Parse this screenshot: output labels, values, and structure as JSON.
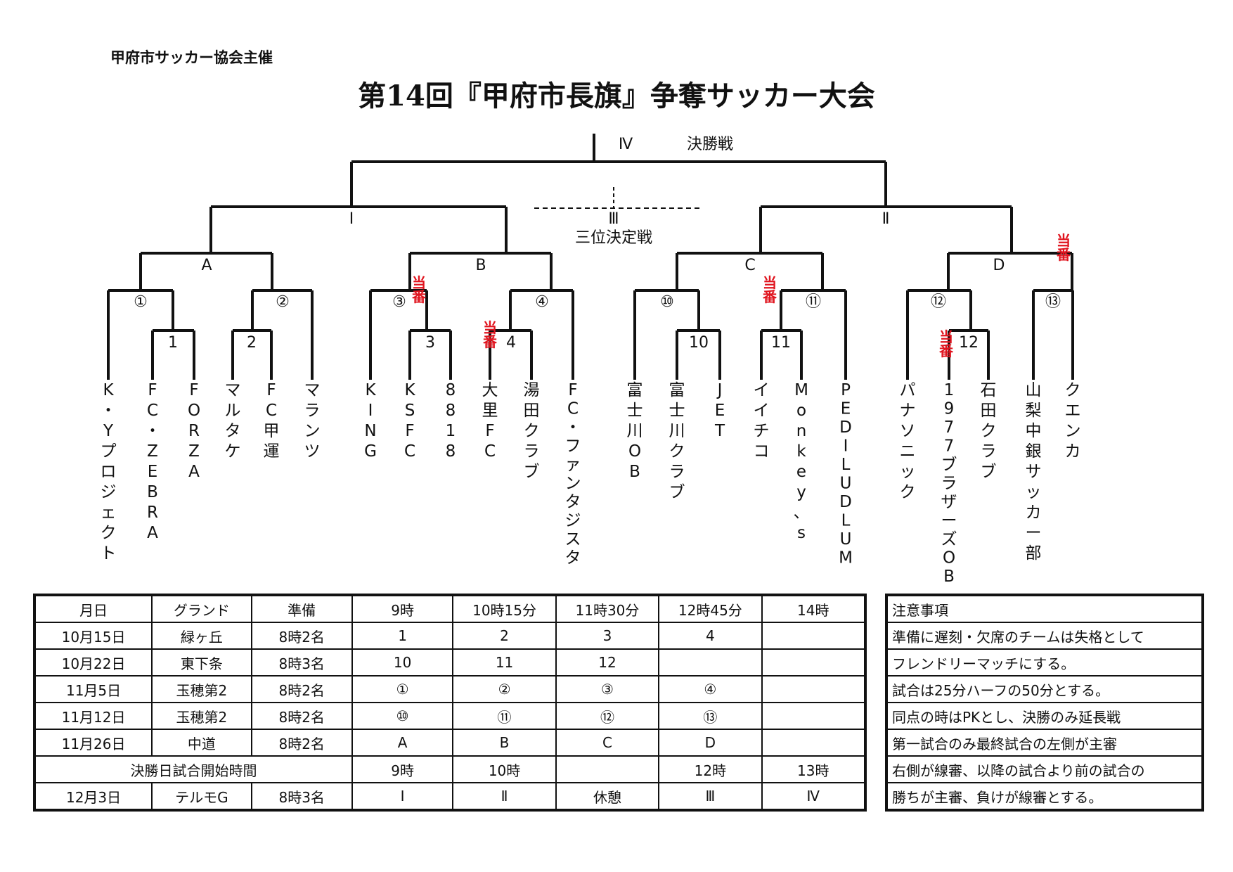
{
  "organizer": "甲府市サッカー協会主催",
  "title": "第14回『甲府市長旗』争奪サッカー大会",
  "bracket": {
    "final_label": "Ⅳ",
    "final_name": "決勝戦",
    "semi_left": "Ⅰ",
    "semi_right": "Ⅱ",
    "third_label": "Ⅲ",
    "third_name": "三位決定戦",
    "quarter": [
      "A",
      "B",
      "C",
      "D"
    ],
    "round2": [
      "①",
      "②",
      "③",
      "④",
      "⑩",
      "⑪",
      "⑫",
      "⑬"
    ],
    "round1": [
      "1",
      "2",
      "3",
      "4",
      "10",
      "11",
      "12"
    ],
    "duty": "当番",
    "teams": [
      "K・Yプロジェクト",
      "FC・ZEBRA",
      "FORZA",
      "マルタケ",
      "FC甲運",
      "マランツ",
      "KING",
      "KSFC",
      "8818",
      "大里FC",
      "湯田クラブ",
      "FC・ファンタジスタ",
      "富士川OB",
      "富士川クラブ",
      "JET",
      "イイチコ",
      "Monkey、s",
      "PEDILUDLUM",
      "パナソニック",
      "1977ブラザーズOB",
      "石田クラブ",
      "山梨中銀サッカー部",
      "クエンカ"
    ]
  },
  "schedule": {
    "headers": [
      "月日",
      "グランド",
      "準備",
      "9時",
      "10時15分",
      "11時30分",
      "12時45分",
      "14時"
    ],
    "rows": [
      [
        "10月15日",
        "緑ヶ丘",
        "8時2名",
        "1",
        "2",
        "3",
        "4",
        ""
      ],
      [
        "10月22日",
        "東下条",
        "8時3名",
        "10",
        "11",
        "12",
        "",
        ""
      ],
      [
        "11月5日",
        "玉穂第2",
        "8時2名",
        "①",
        "②",
        "③",
        "④",
        ""
      ],
      [
        "11月12日",
        "玉穂第2",
        "8時2名",
        "⑩",
        "⑪",
        "⑫",
        "⑬",
        ""
      ],
      [
        "11月26日",
        "中道",
        "8時2名",
        "A",
        "B",
        "C",
        "D",
        ""
      ]
    ],
    "final_day_label": "決勝日試合開始時間",
    "final_day_times": [
      "9時",
      "10時",
      "",
      "12時",
      "13時"
    ],
    "final_row": [
      "12月3日",
      "テルモG",
      "8時3名",
      "Ⅰ",
      "Ⅱ",
      "休憩",
      "Ⅲ",
      "Ⅳ"
    ]
  },
  "notes": {
    "title": "注意事項",
    "lines": [
      "準備に遅刻・欠席のチームは失格として",
      "フレンドリーマッチにする。",
      "試合は25分ハーフの50分とする。",
      "同点の時はPKとし、決勝のみ延長戦",
      "第一試合のみ最終試合の左側が主審",
      "右側が線審、以降の試合より前の試合の",
      "勝ちが主審、負けが線審とする。"
    ]
  }
}
